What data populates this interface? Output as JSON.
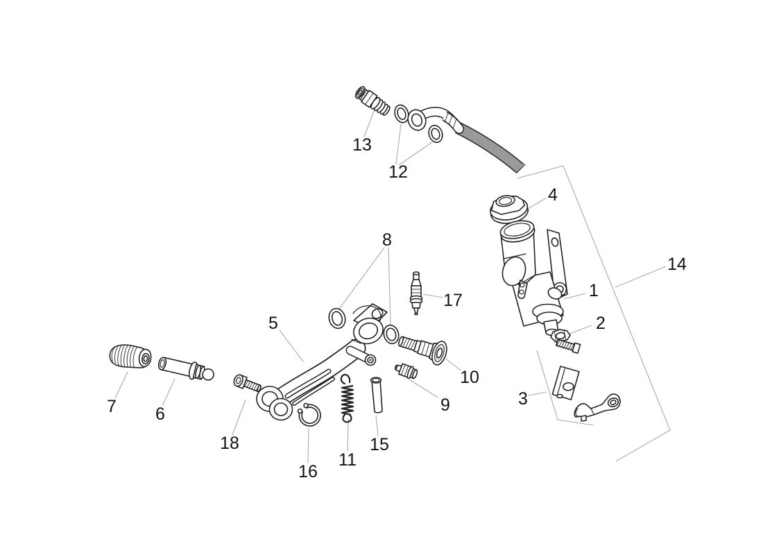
{
  "figure": {
    "kind": "exploded-parts-diagram",
    "background": "#ffffff"
  },
  "palette": {
    "line_color": "#222222",
    "hose_gray": "#9a9a9a",
    "leader_gray": "#a9a9a9",
    "label_color": "#111111"
  },
  "callouts": [
    {
      "id": "1",
      "label": "1"
    },
    {
      "id": "2",
      "label": "2"
    },
    {
      "id": "3",
      "label": "3"
    },
    {
      "id": "4",
      "label": "4"
    },
    {
      "id": "5",
      "label": "5"
    },
    {
      "id": "6",
      "label": "6"
    },
    {
      "id": "7",
      "label": "7"
    },
    {
      "id": "8",
      "label": "8"
    },
    {
      "id": "9",
      "label": "9"
    },
    {
      "id": "10",
      "label": "10"
    },
    {
      "id": "11",
      "label": "11"
    },
    {
      "id": "12",
      "label": "12"
    },
    {
      "id": "13",
      "label": "13"
    },
    {
      "id": "14",
      "label": "14"
    },
    {
      "id": "15",
      "label": "15"
    },
    {
      "id": "16",
      "label": "16"
    },
    {
      "id": "17",
      "label": "17"
    },
    {
      "id": "18",
      "label": "18"
    }
  ]
}
